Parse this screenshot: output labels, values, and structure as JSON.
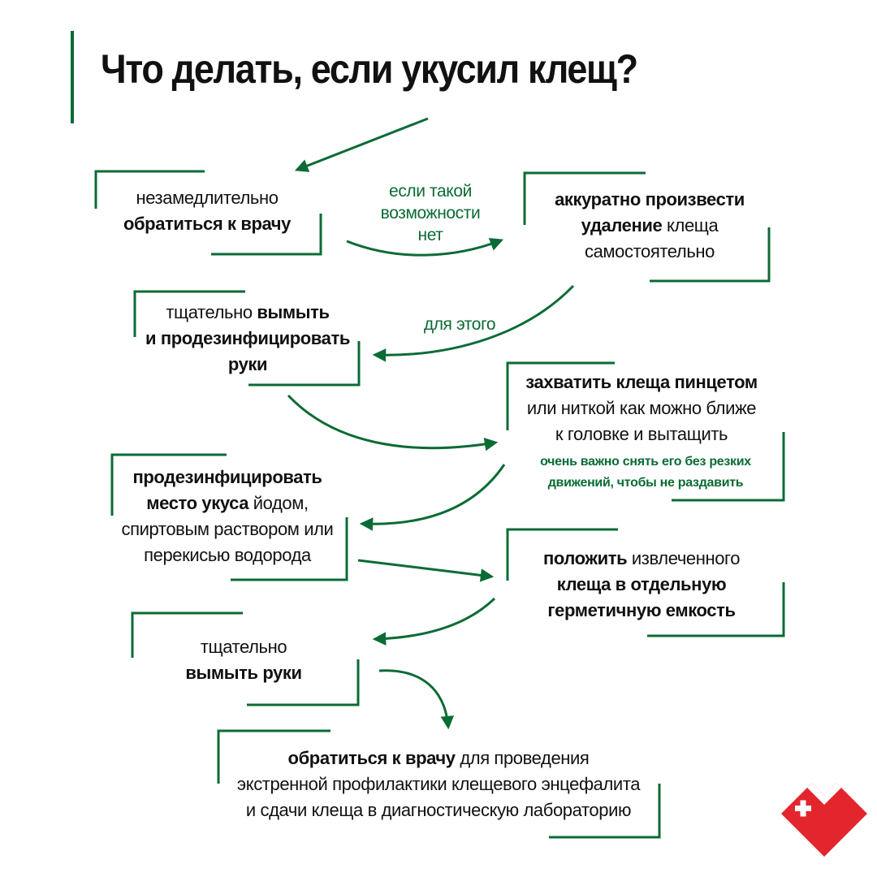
{
  "title": "Что делать, если укусил клещ?",
  "colors": {
    "accent": "#0b6b35",
    "text": "#111111",
    "logo": "#e3262e"
  },
  "steps": {
    "see_doctor": {
      "l1": "незамедлительно",
      "l2b": "обратиться к врачу"
    },
    "remove_self": {
      "l1b": "аккуратно произвести",
      "l2b": "удаление",
      "l2": " клеща",
      "l3": "самостоятельно"
    },
    "wash_disinfect_hands": {
      "l1": "тщательно ",
      "l1b": "вымыть",
      "l2b": "и продезинфицировать",
      "l3b": "руки"
    },
    "grab_tick": {
      "l1b": "захватить клеща пинцетом",
      "l2": "или ниткой как можно ближе",
      "l3": "к головке и вытащить"
    },
    "grab_note": {
      "l1": "очень важно снять его без резких",
      "l2": "движений, чтобы не раздавить"
    },
    "disinfect_bite": {
      "l1b": "продезинфицировать",
      "l2b": "место укуса",
      "l2": " йодом,",
      "l3": "спиртовым раствором или",
      "l4": "перекисью водорода"
    },
    "put_in_container": {
      "l1b": "положить",
      "l1": " извлеченного",
      "l2b": "клеща в отдельную",
      "l3b": "герметичную емкость"
    },
    "wash_hands": {
      "l1": "тщательно",
      "l2b": "вымыть руки"
    },
    "final_doctor": {
      "l1b": "обратиться к врачу",
      "l1": " для проведения",
      "l2": "экстренной профилактики клещевого энцефалита",
      "l3": "и сдачи клеща в диагностическую лабораторию"
    }
  },
  "connectors": {
    "if_not_possible": {
      "l1": "если такой",
      "l2": "возможности",
      "l3": "нет"
    },
    "for_this": "для этого"
  },
  "logo": {
    "icon": "red-heart-cross-logo"
  }
}
